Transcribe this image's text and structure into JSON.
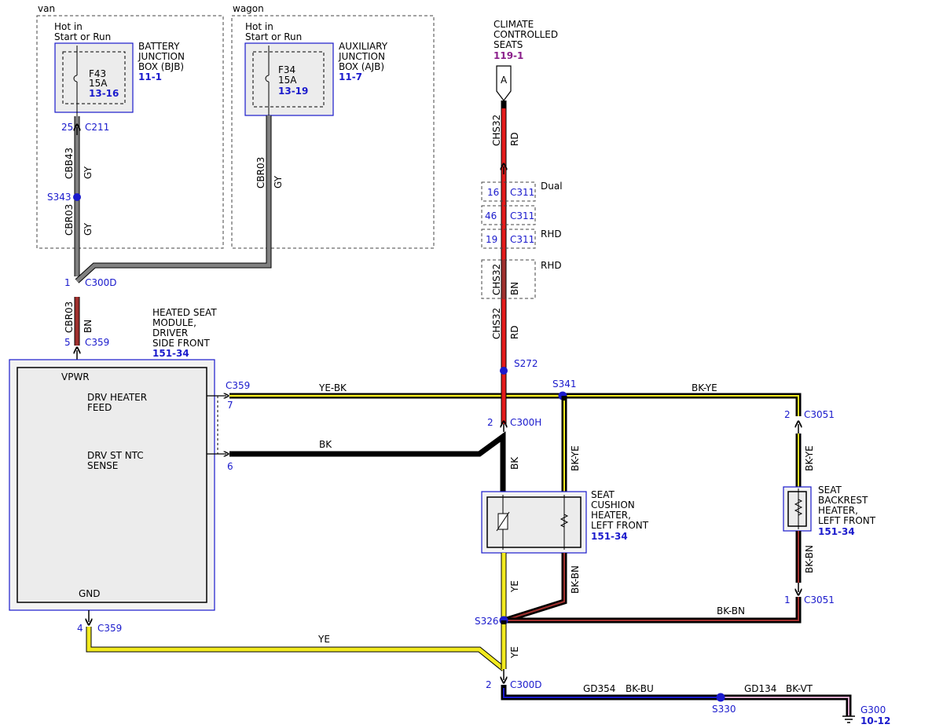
{
  "colors": {
    "gray": "#808080",
    "brown": "#a0302e",
    "red": "#e41b1b",
    "yellow": "#f2ea1f",
    "black": "#000000",
    "blue": "#1a1acc",
    "link_blue": "#1a1acc",
    "purple": "#8b1f8b",
    "violet": "#d8a6c8",
    "module_fill": "#f0f0f0"
  },
  "variants": {
    "van": "van",
    "wagon": "wagon"
  },
  "bjb": {
    "hot": "Hot in",
    "hot2": "Start or Run",
    "fuse": "F43",
    "amps": "15A",
    "fuse_ref": "13-16",
    "name1": "BATTERY",
    "name2": "JUNCTION",
    "name3": "BOX (BJB)",
    "ref": "11-1"
  },
  "ajb": {
    "hot": "Hot in",
    "hot2": "Start or Run",
    "fuse": "F34",
    "amps": "15A",
    "fuse_ref": "13-19",
    "name1": "AUXILIARY",
    "name2": "JUNCTION",
    "name3": "BOX (AJB)",
    "ref": "11-7"
  },
  "climate": {
    "l1": "CLIMATE",
    "l2": "CONTROLLED",
    "l3": "SEATS",
    "ref": "119-1",
    "connector": "A"
  },
  "module": {
    "n1": "HEATED SEAT",
    "n2": "MODULE,",
    "n3": "DRIVER",
    "n4": "SIDE FRONT",
    "ref": "151-34",
    "vpwr": "VPWR",
    "feed1": "DRV HEATER",
    "feed2": "FEED",
    "ntc1": "DRV ST NTC",
    "ntc2": "SENSE",
    "gnd": "GND"
  },
  "cushion": {
    "n1": "SEAT",
    "n2": "CUSHION",
    "n3": "HEATER,",
    "n4": "LEFT FRONT",
    "ref": "151-34"
  },
  "backrest": {
    "n1": "SEAT",
    "n2": "BACKREST",
    "n3": "HEATER,",
    "n4": "LEFT FRONT",
    "ref": "151-34"
  },
  "ground": {
    "id": "G300",
    "ref": "10-12"
  },
  "connectors": {
    "c211": "C211",
    "c211_pin": "25",
    "c300d_top": "C300D",
    "c300d_top_pin": "1",
    "c359_top": "C359",
    "c359_top_pin": "5",
    "c359_a": "C359",
    "c359_a_pin": "7",
    "c359_b_pin": "6",
    "c359_gnd": "C359",
    "c359_gnd_pin": "4",
    "c311_a": "C311",
    "c311_a_pin": "16",
    "c311_b": "C311",
    "c311_b_pin": "46",
    "c311_c": "C311",
    "c311_c_pin": "19",
    "c300h": "C300H",
    "c300h_pin": "2",
    "c3051_top": "C3051",
    "c3051_top_pin": "2",
    "c3051_bot": "C3051",
    "c3051_bot_pin": "1",
    "c300d_bot": "C300D",
    "c300d_bot_pin": "2"
  },
  "splices": {
    "s343": "S343",
    "s272": "S272",
    "s341": "S341",
    "s326": "S326",
    "s330": "S330"
  },
  "notes": {
    "dual": "Dual",
    "rhd1": "RHD",
    "rhd2": "RHD"
  },
  "wires": {
    "cbb43": "CBB43",
    "gy1": "GY",
    "cbr03a": "CBR03",
    "gy2": "GY",
    "cbr03b": "CBR03",
    "gy3": "GY",
    "cbr03c": "CBR03",
    "bn1": "BN",
    "chs32a": "CHS32",
    "rd1": "RD",
    "chs32b": "CHS32",
    "bn2": "BN",
    "chs32c": "CHS32",
    "rd2": "RD",
    "yebk": "YE-BK",
    "bkye_h": "BK-YE",
    "bk_h": "BK",
    "bk_v": "BK",
    "bkye_v1": "BK-YE",
    "bkye_v2": "BK-YE",
    "ye_v1": "YE",
    "bkbn_v1": "BK-BN",
    "bkbn_v2": "BK-BN",
    "bkbn_h": "BK-BN",
    "ye_h": "YE",
    "ye_v2": "YE",
    "gd354": "GD354",
    "bkbu": "BK-BU",
    "gd134": "GD134",
    "bkvt": "BK-VT"
  }
}
